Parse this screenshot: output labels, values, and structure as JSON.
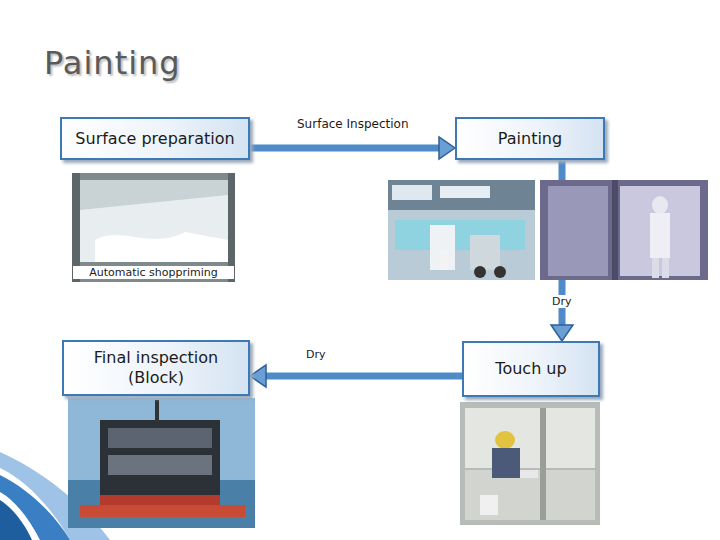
{
  "diagram": {
    "title": "Painting",
    "nodes": [
      {
        "text": [
          "Surface preparation"
        ]
      },
      {
        "text": [
          "Painting"
        ]
      },
      {
        "text": [
          "Final inspection (Block)"
        ]
      },
      {
        "text": [
          "Touch up"
        ]
      }
    ],
    "edges": [
      {
        "from": 0,
        "to": 1,
        "label": "Surface Inspection",
        "arrow": "to"
      },
      {
        "from": 1,
        "to": 3,
        "label": "Dry",
        "arrow": "to"
      },
      {
        "from": 3,
        "to": 2,
        "label": "Dry",
        "arrow": "to"
      }
    ],
    "labels": [
      "Automatic shoppriming"
    ]
  }
}
